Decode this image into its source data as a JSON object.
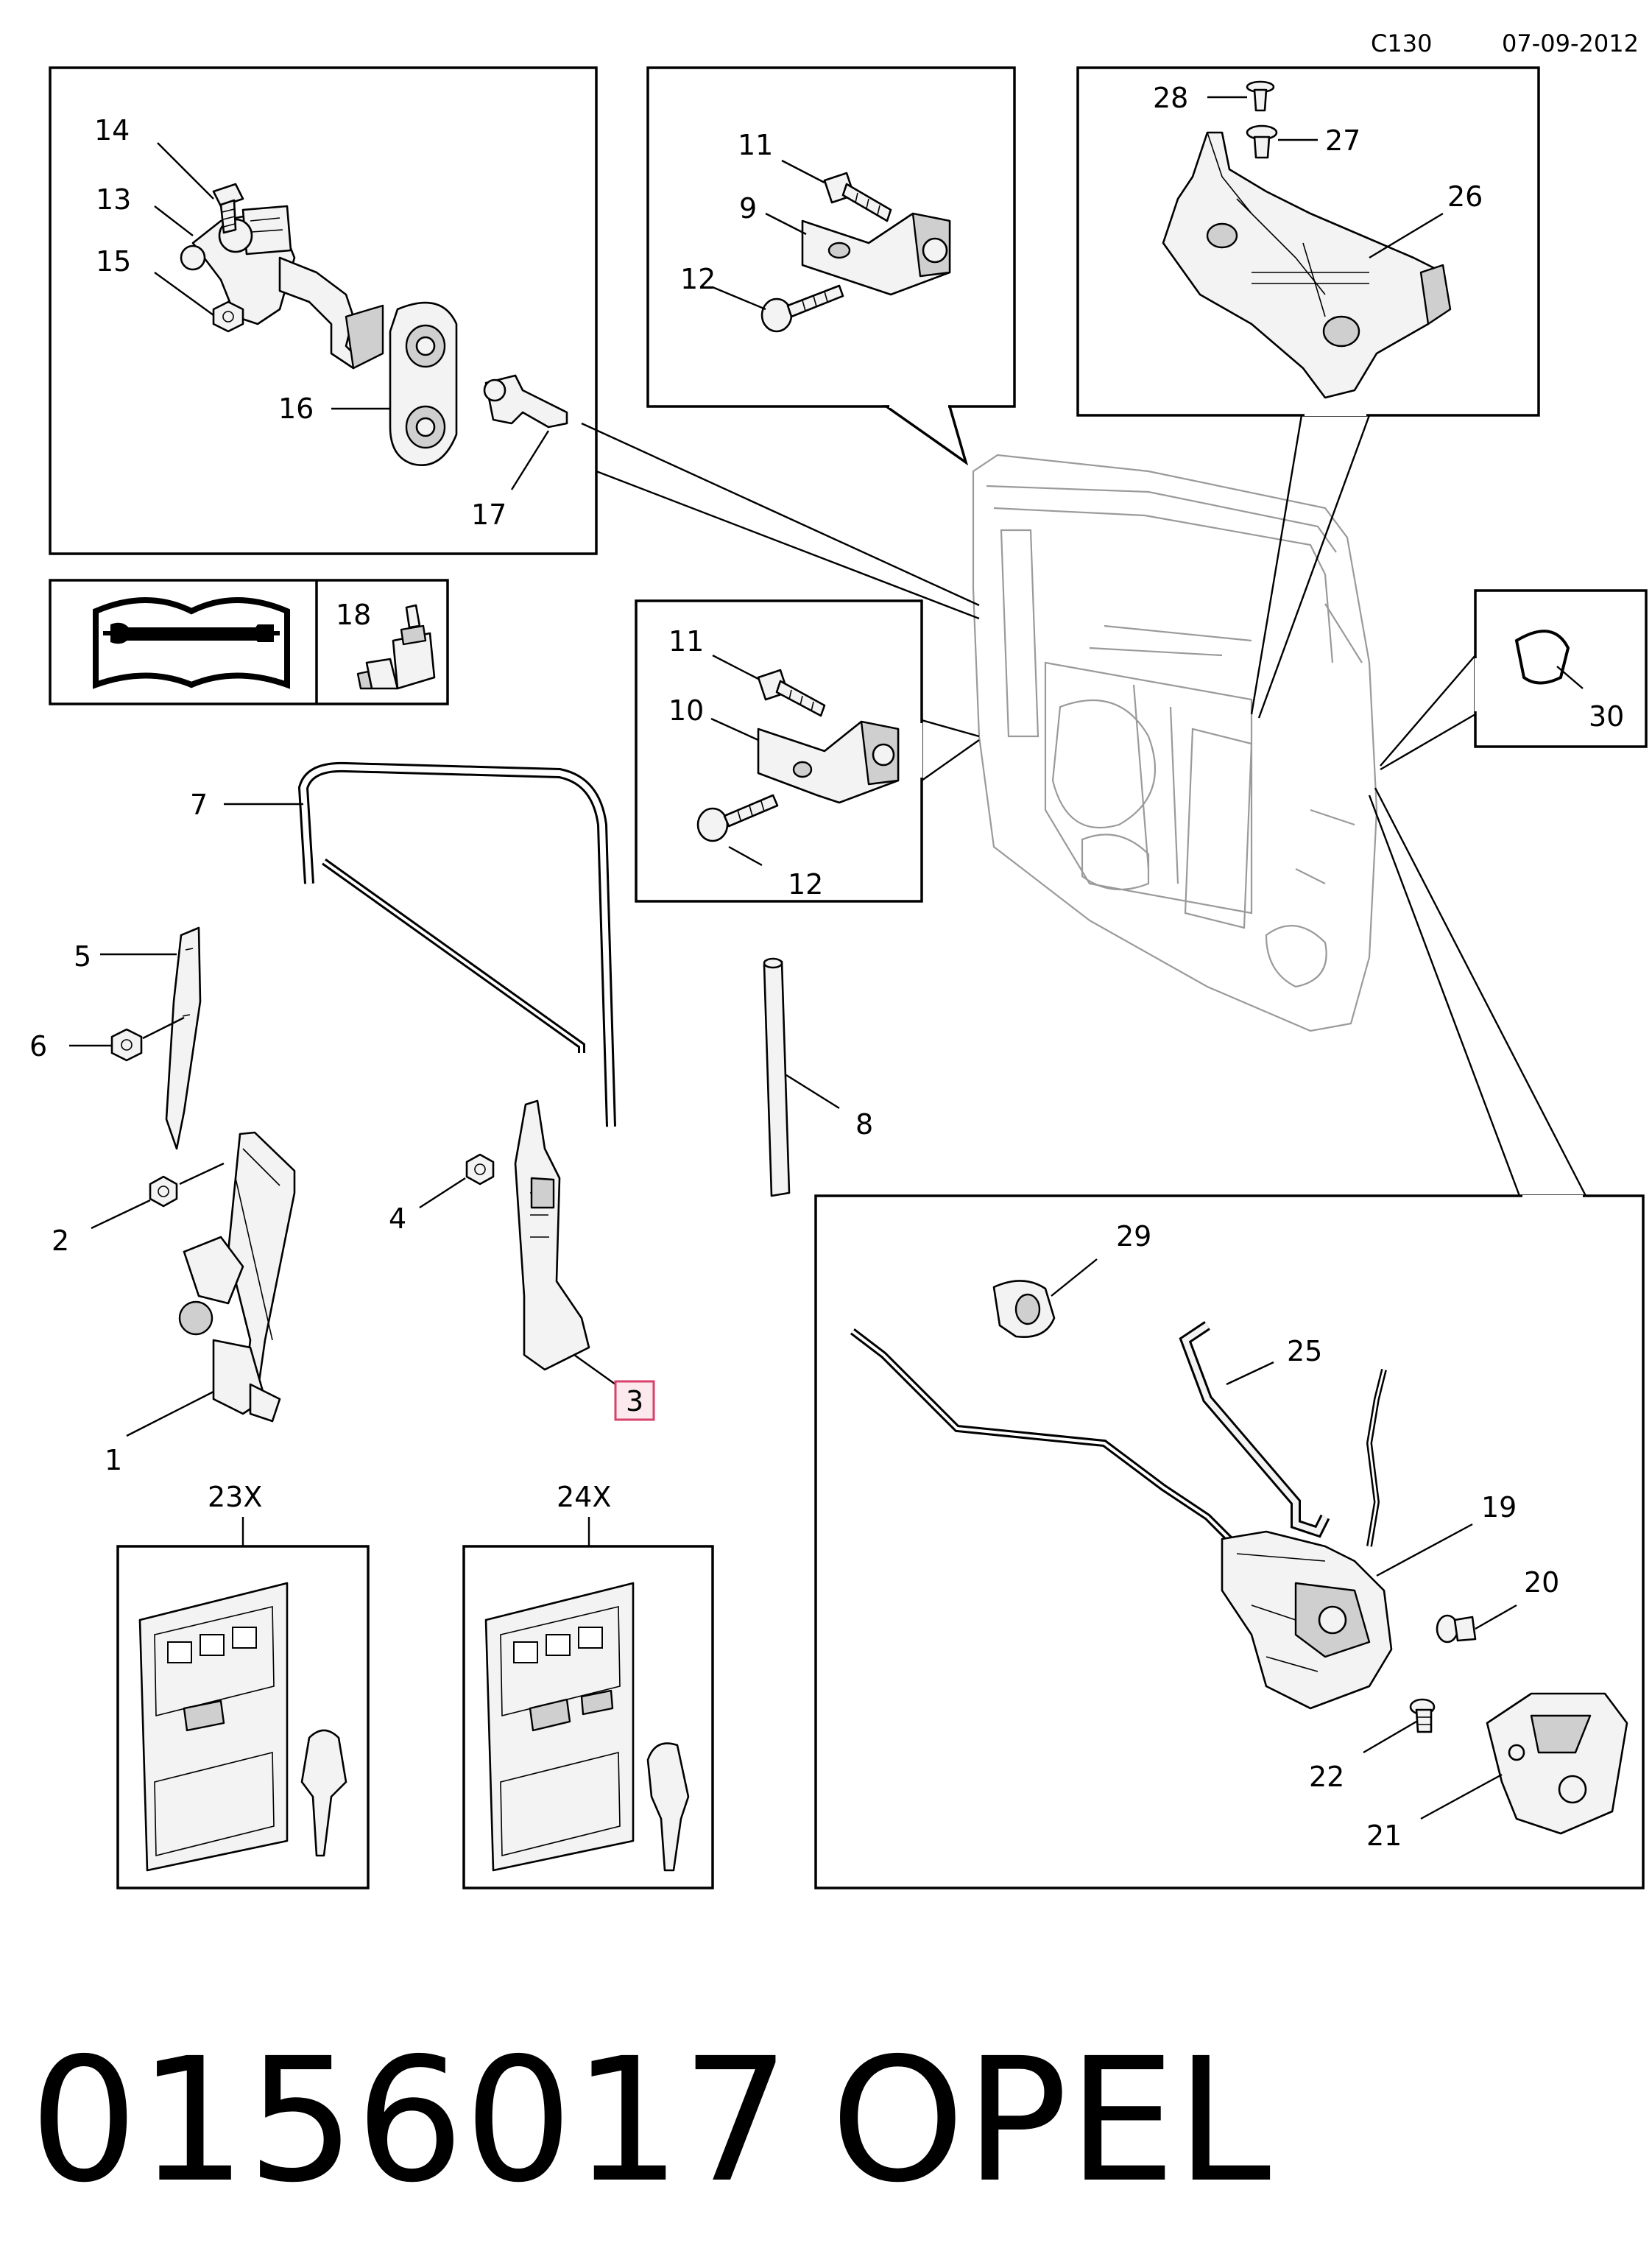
{
  "header": {
    "code": "C130",
    "date": "07-09-2012"
  },
  "footer": {
    "part_number": "0156017",
    "brand": "OPEL"
  },
  "callouts": {
    "c1": "1",
    "c2": "2",
    "c3": "3",
    "c4": "4",
    "c5": "5",
    "c6": "6",
    "c7": "7",
    "c8": "8",
    "c9": "9",
    "c10": "10",
    "c11a": "11",
    "c11b": "11",
    "c12a": "12",
    "c12b": "12",
    "c13": "13",
    "c14": "14",
    "c15": "15",
    "c16": "16",
    "c17": "17",
    "c18": "18",
    "c19": "19",
    "c20": "20",
    "c21": "21",
    "c22": "22",
    "c23": "23X",
    "c24": "24X",
    "c25": "25",
    "c26": "26",
    "c27": "27",
    "c28": "28",
    "c29": "29",
    "c30": "30"
  },
  "highlighted_callout": "3",
  "icons": [
    "manual-wrench-icon",
    "adhesive-bottle-icon"
  ]
}
